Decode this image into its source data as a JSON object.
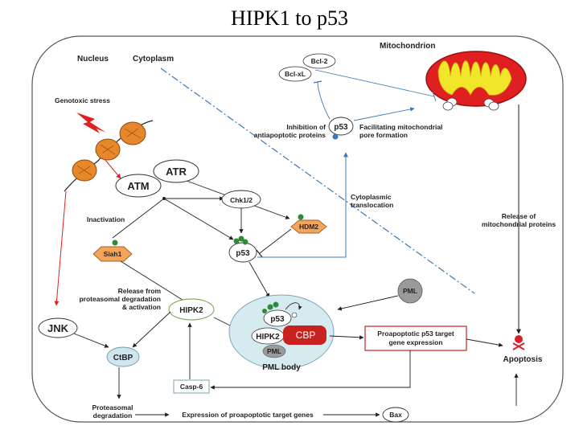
{
  "title": "HIPK1 to p53",
  "labels": {
    "nucleus": "Nucleus",
    "cytoplasm": "Cytoplasm",
    "mitochondrion": "Mitochondrion",
    "genotoxic_stress": "Genotoxic stress",
    "bcl2": "Bcl-2",
    "bclxl": "Bcl-xL",
    "atr": "ATR",
    "atm": "ATM",
    "chk": "Chk1/2",
    "hdm2": "HDM2",
    "siah1": "Siah1",
    "p53": "p53",
    "p53_mito": "p53",
    "p53_body": "p53",
    "hipk2": "HIPK2",
    "hipk2_body": "HIPK2",
    "cbp": "CBP",
    "pml": "PML",
    "pml_small": "PML",
    "pml_body": "PML body",
    "jnk": "JNK",
    "ctbp": "CtBP",
    "casp6": "Casp-6",
    "bax": "Bax",
    "apoptosis": "Apoptosis",
    "inactivation": "Inactivation",
    "inhibition_1": "Inhibition of",
    "inhibition_2": "antiapoptotic proteins",
    "facilitating_1": "Facilitating mitochondrial",
    "facilitating_2": "pore formation",
    "cyto_transloc_1": "Cytoplasmic",
    "cyto_transloc_2": "translocation",
    "release_mito_1": "Release of",
    "release_mito_2": "mitochondrial proteins",
    "release_prot_1": "Release from",
    "release_prot_2": "proteasomal degradation",
    "release_prot_3": "& activation",
    "proapoptotic_1": "Proapoptotic p53 target",
    "proapoptotic_2": "gene expression",
    "proteasomal_1": "Proteasomal",
    "proteasomal_2": "degradation",
    "expression": "Expression of proapoptotic target genes"
  },
  "colors": {
    "mito_red": "#e02020",
    "mito_yellow": "#f2e62a",
    "siah_orange": "#f4a45a",
    "hdm2_orange": "#f4a45a",
    "cbp_red": "#c8211f",
    "pml_body_fill": "#d6ebf0",
    "ctbp_fill": "#cfe6ef",
    "pml_gray": "#9a9a9a",
    "phospho_green": "#2e8b3a",
    "chromatin_orange": "#e8862a",
    "stress_red": "#e02020",
    "arrow_blue": "#3a78b8",
    "apoptosis_red": "#d8202a"
  }
}
